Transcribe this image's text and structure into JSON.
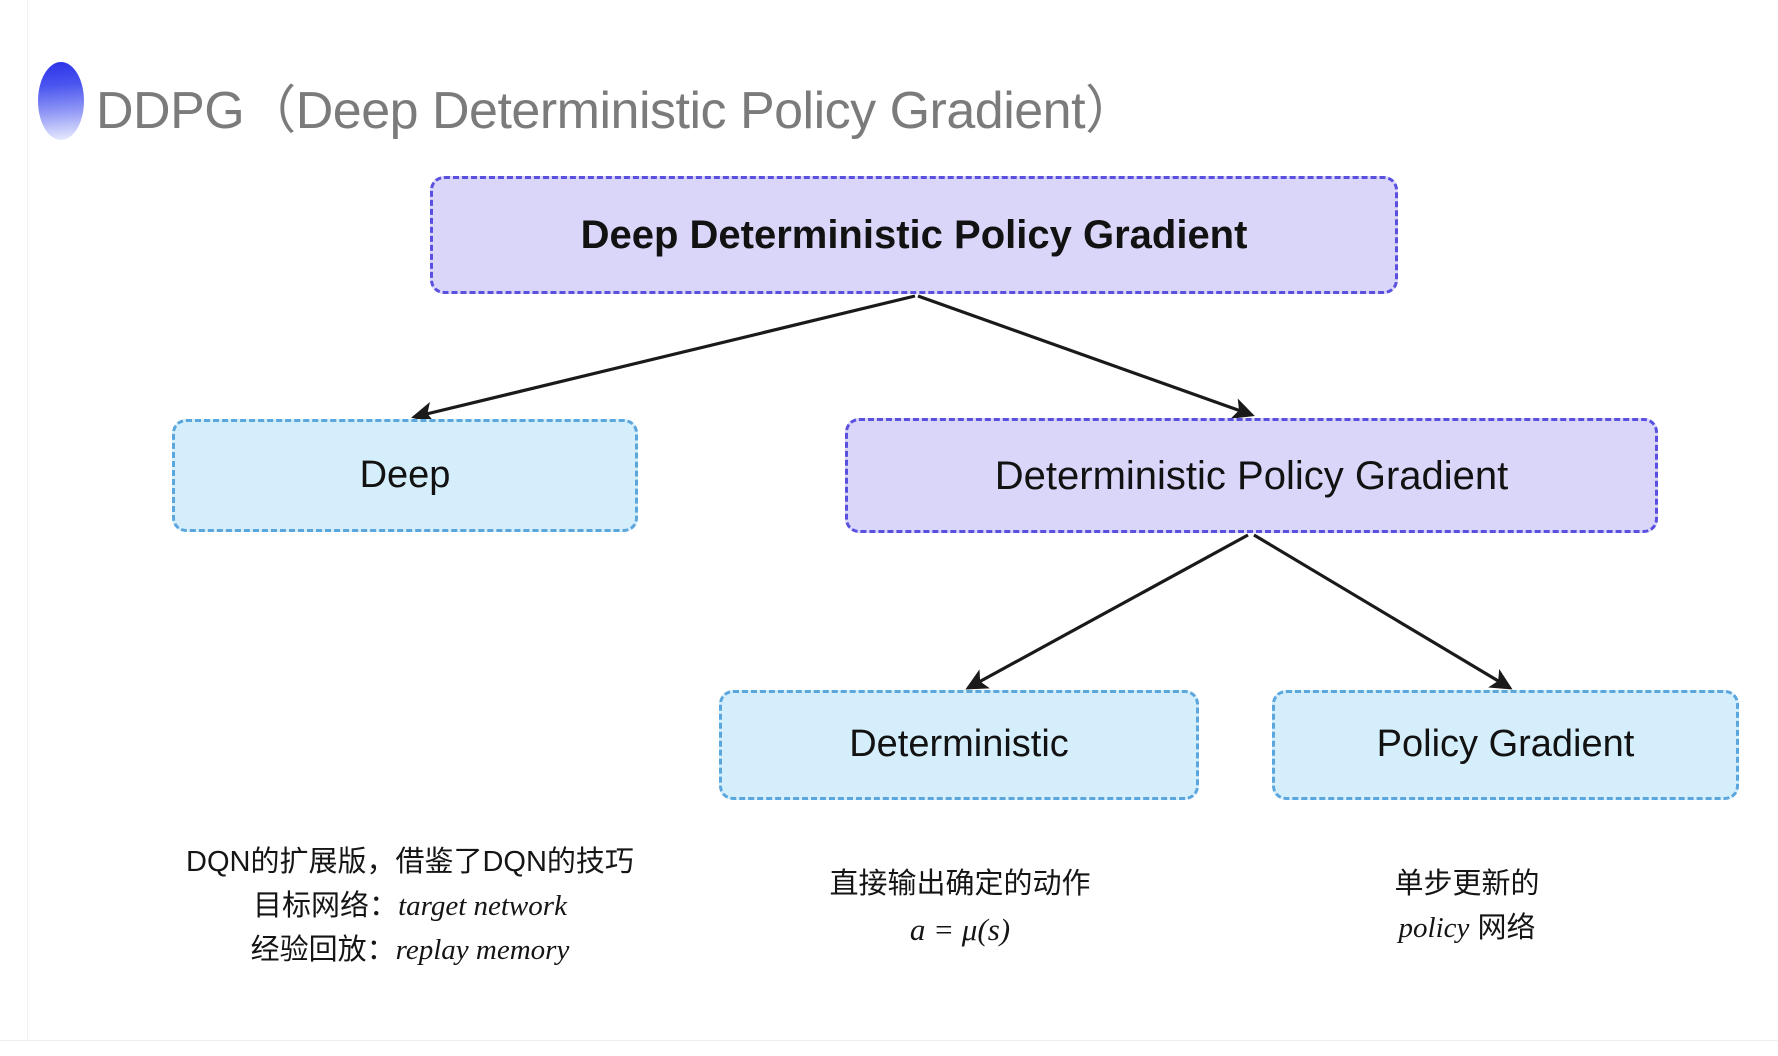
{
  "slide": {
    "title": "DDPG（Deep Deterministic Policy Gradient）",
    "background_color": "#ffffff",
    "accent_color": "#3a43ec"
  },
  "diagram": {
    "type": "tree",
    "colors": {
      "purple_fill": "#d9d6f9",
      "purple_border": "#5a50e0",
      "cyan_fill": "#d5eefb",
      "cyan_border": "#5aa6dd",
      "arrow": "#1a1a1a"
    },
    "nodes": [
      {
        "id": "root",
        "label": "Deep Deterministic Policy Gradient",
        "style": "purple"
      },
      {
        "id": "deep",
        "label": "Deep",
        "style": "cyan"
      },
      {
        "id": "dpg",
        "label": "Deterministic Policy Gradient",
        "style": "purple"
      },
      {
        "id": "deterministic",
        "label": "Deterministic",
        "style": "cyan"
      },
      {
        "id": "policy_gradient",
        "label": "Policy Gradient",
        "style": "cyan"
      }
    ],
    "edges": [
      {
        "from": "root",
        "to": "deep"
      },
      {
        "from": "root",
        "to": "dpg"
      },
      {
        "from": "dpg",
        "to": "deterministic"
      },
      {
        "from": "dpg",
        "to": "policy_gradient"
      }
    ]
  },
  "captions": {
    "deep": {
      "line1": "DQN的扩展版，借鉴了DQN的技巧",
      "line2_label": "目标网络：",
      "line2_term": "target network",
      "line3_label": "经验回放：",
      "line3_term": "replay memory"
    },
    "deterministic": {
      "line1": "直接输出确定的动作",
      "formula": "a = μ(s)"
    },
    "policy_gradient": {
      "line1": "单步更新的",
      "line2_term": "policy",
      "line2_tail": " 网络"
    }
  }
}
